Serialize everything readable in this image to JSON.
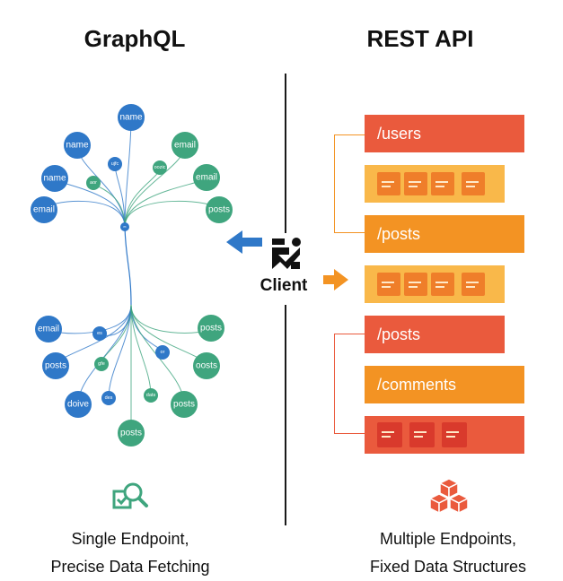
{
  "graphql": {
    "title": "GraphQL",
    "caption_line1": "Single Endpoint,",
    "caption_line2": "Precise Data Fetching",
    "icon": "search-check-icon",
    "colors": {
      "blue": "#2f78c8",
      "green": "#3fa57e",
      "lines": "#2f78c8"
    },
    "nodes": [
      {
        "label": "name",
        "color": "blue",
        "size": "large"
      },
      {
        "label": "name",
        "color": "blue",
        "size": "large"
      },
      {
        "label": "name",
        "color": "blue",
        "size": "large"
      },
      {
        "label": "email",
        "color": "blue",
        "size": "large"
      },
      {
        "label": "ujfc",
        "color": "blue",
        "size": "small"
      },
      {
        "label": "aor",
        "color": "green",
        "size": "small"
      },
      {
        "label": "oozic",
        "color": "green",
        "size": "small"
      },
      {
        "label": "email",
        "color": "green",
        "size": "large"
      },
      {
        "label": "email",
        "color": "green",
        "size": "large"
      },
      {
        "label": "posts",
        "color": "green",
        "size": "large"
      },
      {
        "label": "m",
        "color": "blue",
        "size": "hub"
      },
      {
        "label": "email",
        "color": "blue",
        "size": "large"
      },
      {
        "label": "posts",
        "color": "blue",
        "size": "large"
      },
      {
        "label": "doive",
        "color": "blue",
        "size": "large"
      },
      {
        "label": "es",
        "color": "blue",
        "size": "small"
      },
      {
        "label": "gfe",
        "color": "green",
        "size": "small"
      },
      {
        "label": "des",
        "color": "blue",
        "size": "small"
      },
      {
        "label": "dats",
        "color": "green",
        "size": "small"
      },
      {
        "label": "or",
        "color": "blue",
        "size": "small"
      },
      {
        "label": "posts",
        "color": "green",
        "size": "large"
      },
      {
        "label": "oosts",
        "color": "green",
        "size": "large"
      },
      {
        "label": "posts",
        "color": "green",
        "size": "large"
      },
      {
        "label": "posts",
        "color": "green",
        "size": "large"
      }
    ]
  },
  "rest": {
    "title": "REST API",
    "caption_line1": "Multiple Endpoints,",
    "caption_line2": "Fixed Data Structures",
    "icon": "stacked-cubes-icon",
    "colors": {
      "red": "#ea5a3d",
      "orange": "#f39323",
      "yellow": "#f9b84a"
    },
    "endpoints": [
      {
        "label": "/users",
        "color": "red"
      },
      {
        "label": "/posts",
        "color": "orange"
      },
      {
        "label": "/posts",
        "color": "red"
      },
      {
        "label": "/comments",
        "color": "orange"
      }
    ]
  },
  "client": {
    "label": "Client",
    "icon": "client-logo-icon",
    "arrow_left_color": "#2f78c8",
    "arrow_right_color": "#f39323"
  }
}
